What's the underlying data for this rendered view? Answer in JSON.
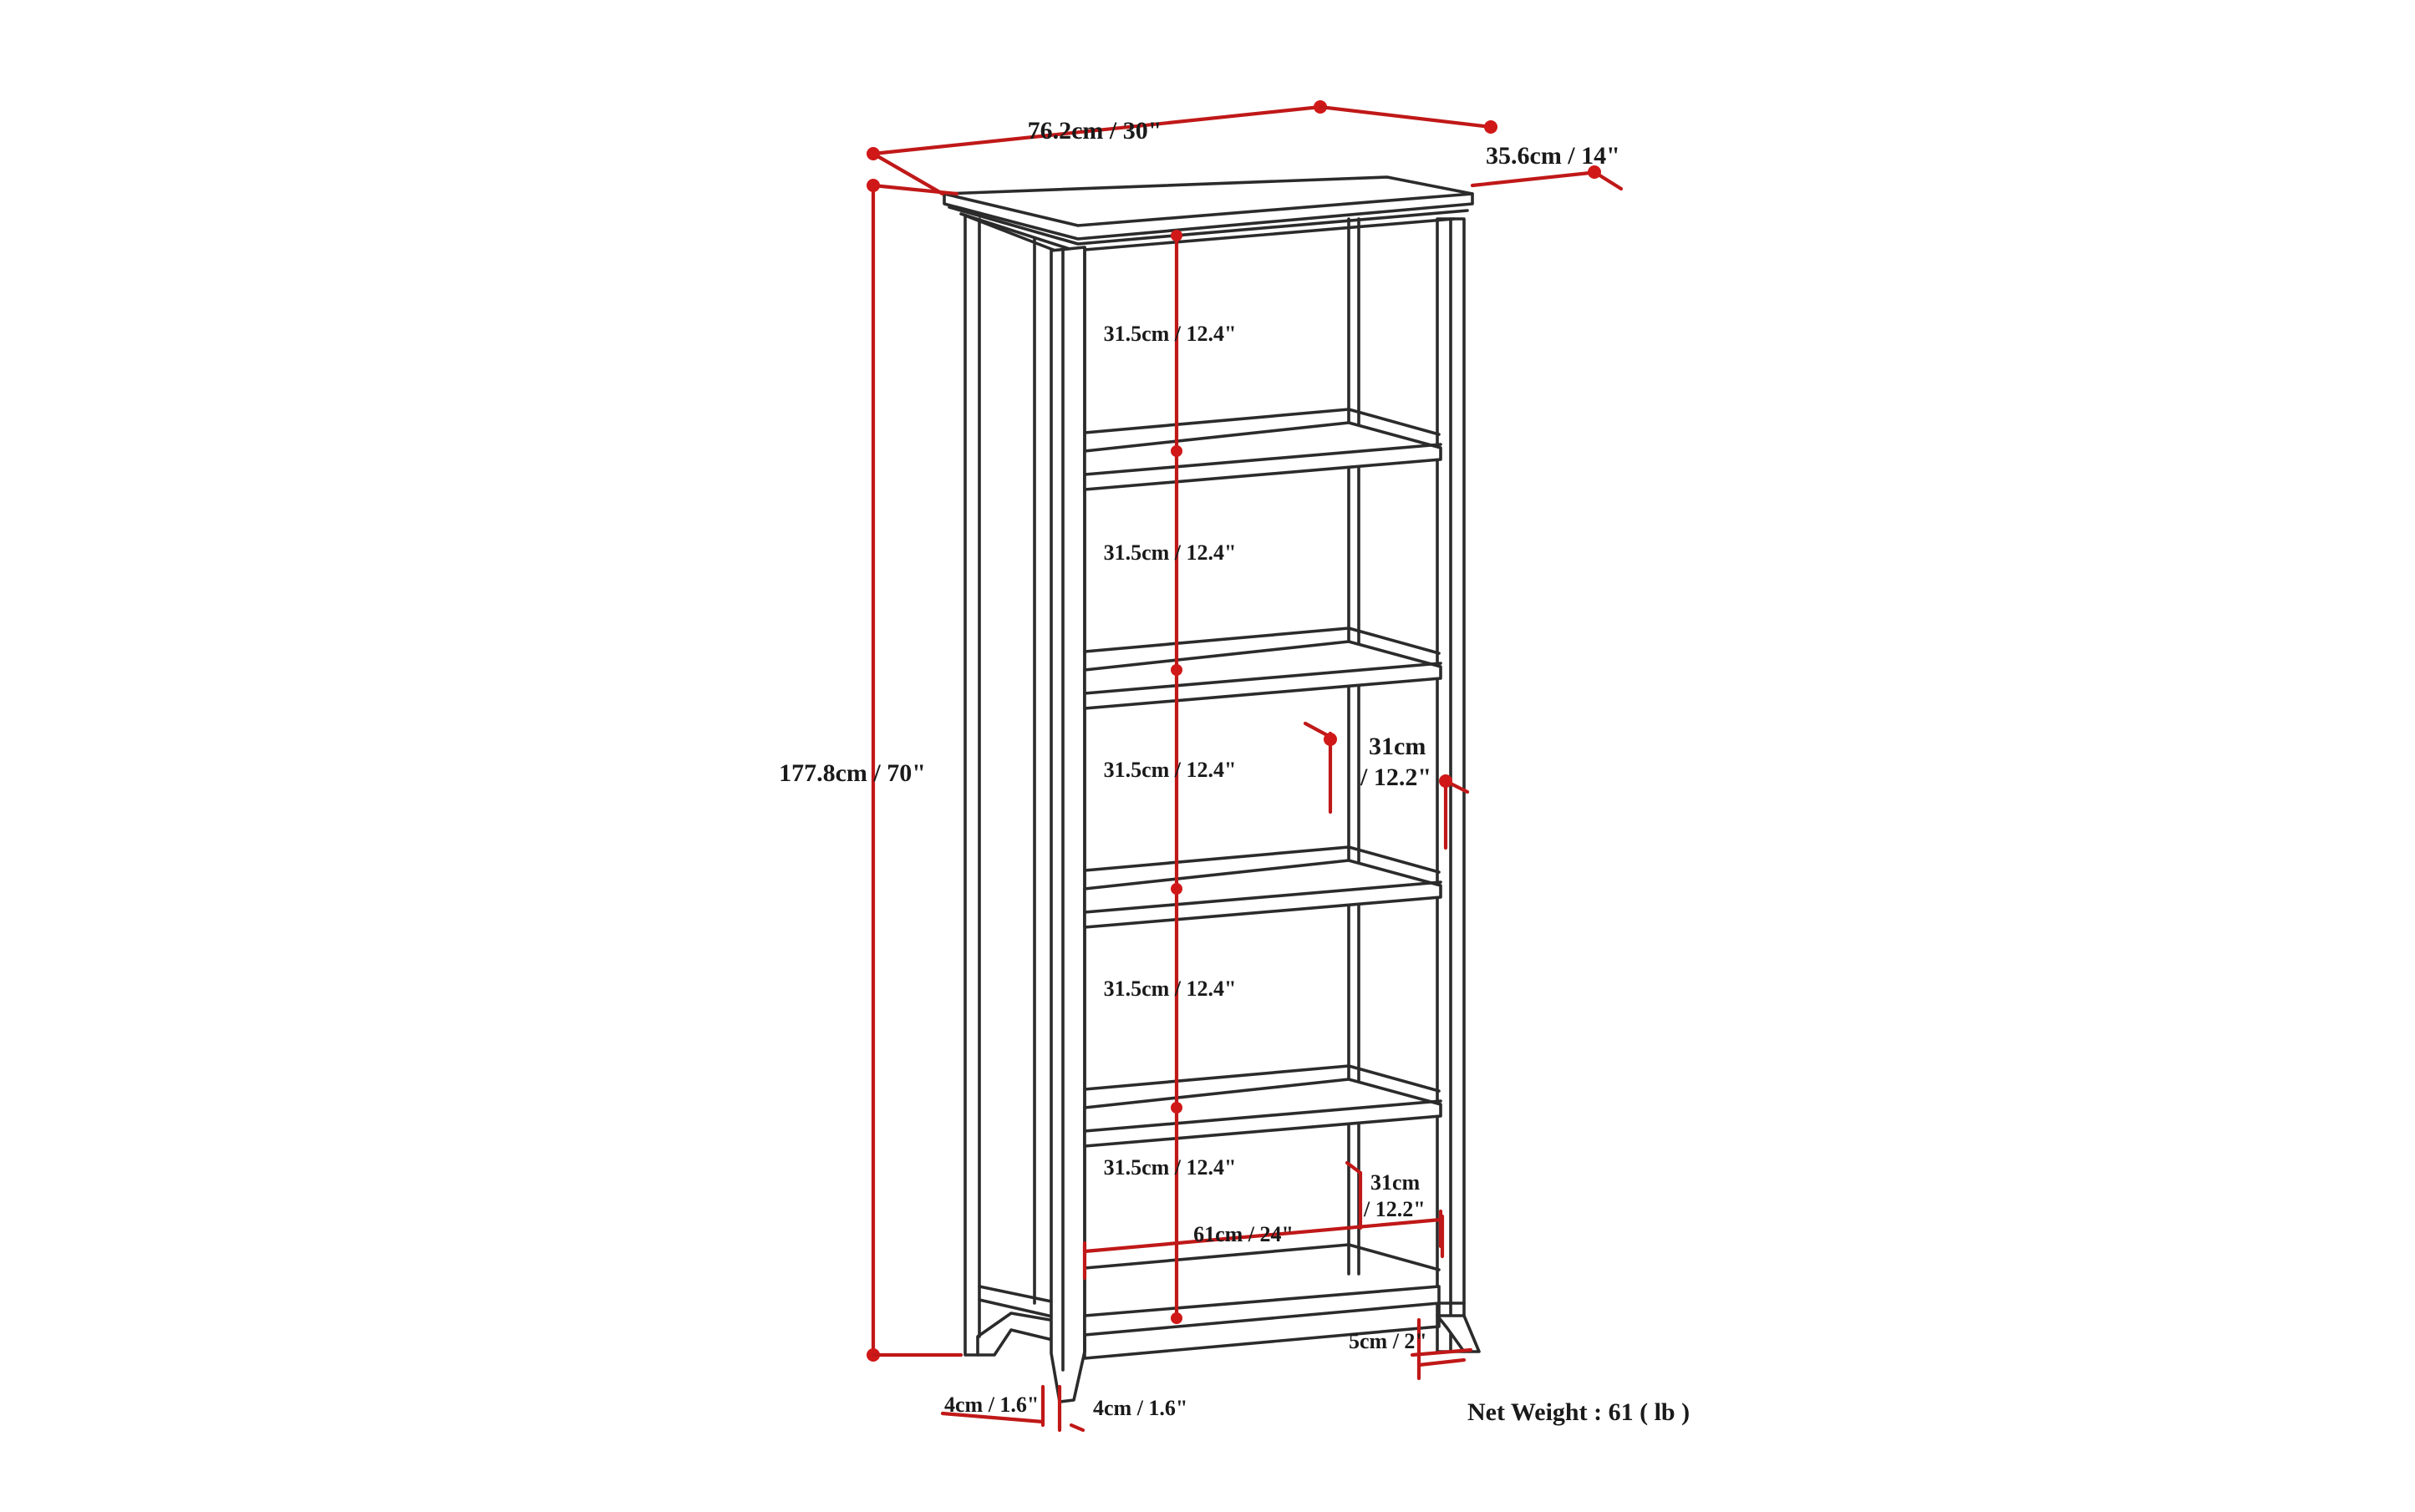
{
  "product": "bookcase",
  "colors": {
    "outline": "#2b2b2b",
    "dimension_line": "#c01818",
    "background": "#ffffff"
  },
  "dimensions": {
    "width": "76.2cm / 30\"",
    "depth": "35.6cm / 14\"",
    "height": "177.8cm / 70\"",
    "shelf_heights": [
      "31.5cm / 12.4\"",
      "31.5cm / 12.4\"",
      "31.5cm / 12.4\"",
      "31.5cm / 12.4\"",
      "31.5cm / 12.4\""
    ],
    "shelf_depth_top": "31cm",
    "shelf_depth_top_in": "/ 12.2\"",
    "shelf_depth_bottom": "31cm",
    "shelf_depth_bottom_in": "/ 12.2\"",
    "inner_width": "61cm / 24\"",
    "base_height": "5cm / 2\"",
    "leg_left": "4cm / 1.6\"",
    "leg_right": "4cm / 1.6\""
  },
  "net_weight": "Net Weight : 61 ( lb )"
}
